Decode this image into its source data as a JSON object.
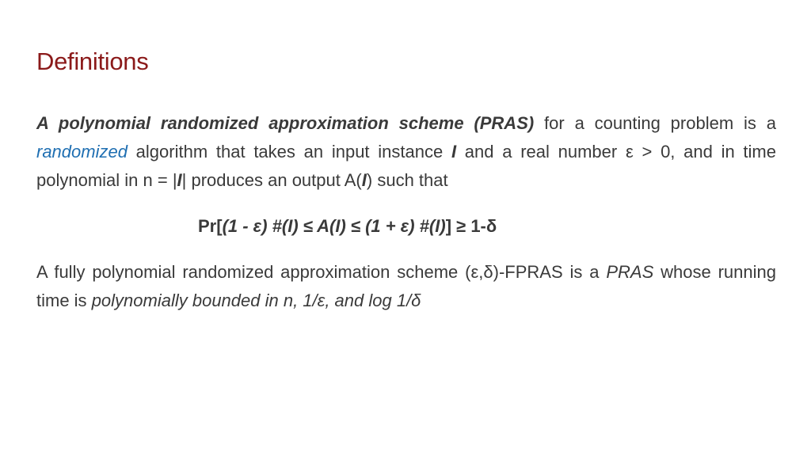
{
  "title": "Definitions",
  "def1": {
    "term": "A polynomial randomized approximation scheme (PRAS)",
    "t1": " for a counting problem is a ",
    "link": "randomized",
    "t2": " algorithm that takes an input instance ",
    "var1": "I",
    "t3": " and a real number  ε > 0, and in time polynomial in n = |",
    "var2": "I",
    "t4": "| produces an output A(",
    "var3": "I",
    "t5": ") such that"
  },
  "formula": {
    "prefix": "Pr[",
    "body": "(1 - ε) #(I) ≤ A(I) ≤ (1 + ε) #(I)",
    "suffix": "] ≥ 1-δ"
  },
  "def2": {
    "t1": "A fully polynomial randomized approximation scheme (ε,δ)-FPRAS is a ",
    "pras": "PRAS",
    "t2": " whose running time is ",
    "bound": "polynomially bounded in n, 1/ε, and log 1/δ"
  }
}
